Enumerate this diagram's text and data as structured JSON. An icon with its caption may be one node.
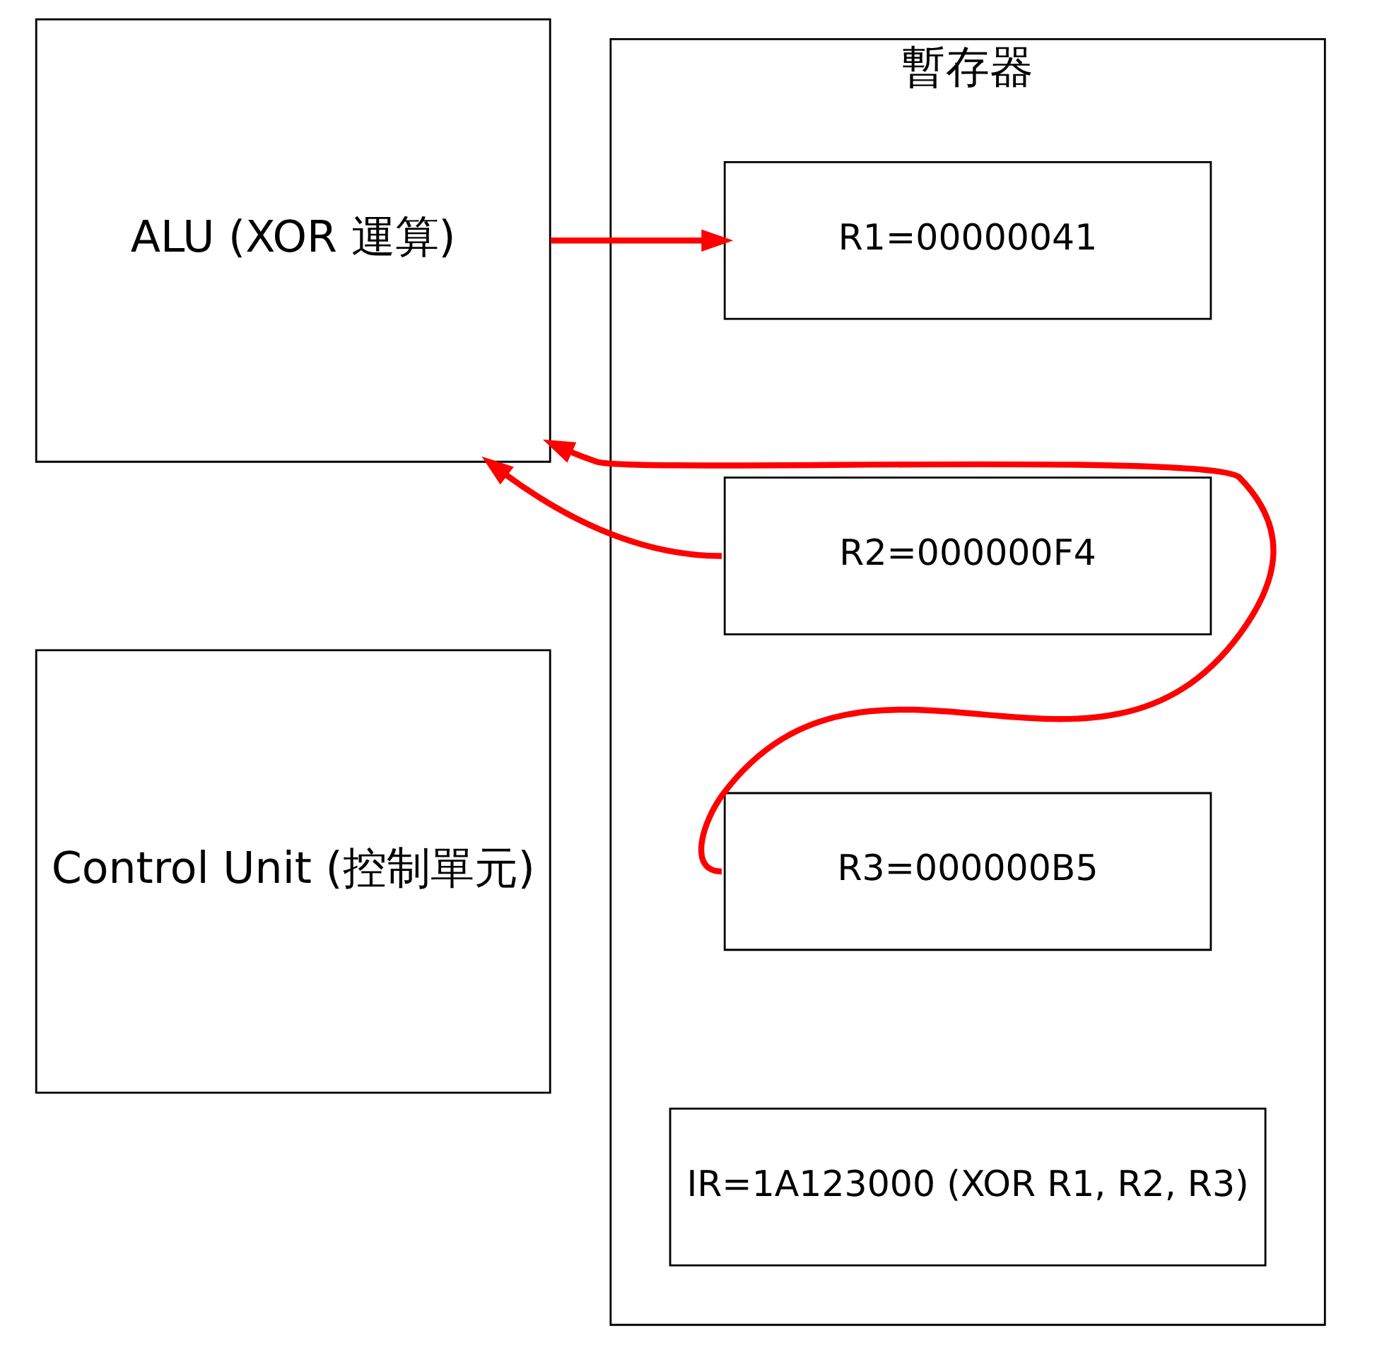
{
  "diagram": {
    "nodes": [
      {
        "text": [
          "ALU (XOR 運算)"
        ]
      },
      {
        "text": [
          "暫存器"
        ]
      },
      {
        "text": [
          "R1=00000041"
        ],
        "in": 1
      },
      {
        "text": [
          "R2=000000F4"
        ],
        "in": 1
      },
      {
        "text": [
          "R3=000000B5"
        ],
        "in": 1
      },
      {
        "text": [
          "IR=1A123000 (XOR R1, R2, R3)"
        ],
        "in": 1
      },
      {
        "text": [
          "Control Unit (控制單元)"
        ]
      }
    ],
    "edges": [
      {
        "from": 0,
        "to": 2,
        "arrow": "to"
      },
      {
        "from": 3,
        "to": 0,
        "arrow": "to"
      },
      {
        "from": 4,
        "to": 0,
        "arrow": "to"
      }
    ]
  }
}
